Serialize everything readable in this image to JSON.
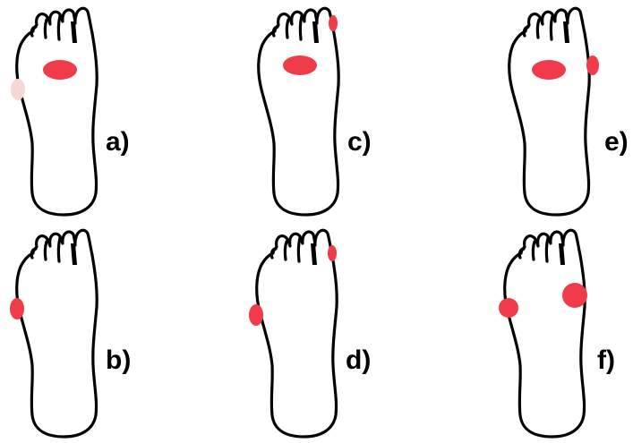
{
  "figure": {
    "outline_color": "#000000",
    "background_color": "#ffffff",
    "lesion_color": "#ef3b4a",
    "faded_lesion_color": "#f9d6d6",
    "panels": [
      {
        "id": "a",
        "label": "a)",
        "lesions": [
          "forefoot-center",
          "lateral-midfoot-faded"
        ]
      },
      {
        "id": "c",
        "label": "c)",
        "lesions": [
          "forefoot-center",
          "big-toe-tip"
        ]
      },
      {
        "id": "e",
        "label": "e)",
        "lesions": [
          "forefoot-center",
          "medial-ball"
        ]
      },
      {
        "id": "b",
        "label": "b)",
        "lesions": [
          "lateral-midfoot"
        ]
      },
      {
        "id": "d",
        "label": "d)",
        "lesions": [
          "lateral-midfoot",
          "big-toe-tip"
        ]
      },
      {
        "id": "f",
        "label": "f)",
        "lesions": [
          "lateral-forefoot",
          "big-toe-ball"
        ]
      }
    ]
  }
}
